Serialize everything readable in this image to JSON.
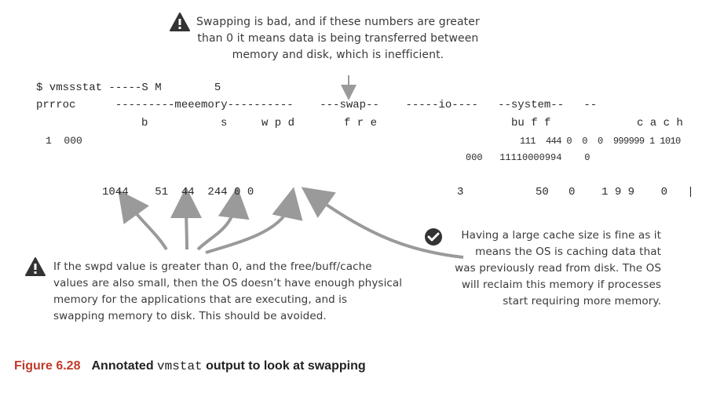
{
  "terminal": {
    "line1": "$ vmssstat -----S M        5",
    "line2": "prrroc      ---------meeemory----------    ---swap--    -----io----   --system--   --",
    "line3_b": "b",
    "line3_s": "s",
    "line3_wpd": "w p d",
    "line3_fre": "f r e",
    "line3_buff": "bu f f",
    "line3_cach": "c a c h",
    "line4_left": "1  000",
    "line4_right": "111  444 0  0  0  999999 1 1010",
    "line5": "000   11110000994    0",
    "line6_left": "1044    51  44  244 0 0",
    "line6_3": "3",
    "line6_right": "50   0    1 9 9    0   |"
  },
  "notes": {
    "top": {
      "icon": "warning-icon",
      "lines": [
        "Swapping is bad, and if these numbers are greater",
        "than 0 it means data is being transferred between",
        "memory and disk, which is inefficient."
      ]
    },
    "left": {
      "icon": "warning-icon",
      "lines": [
        "If the swpd value is greater than 0, and the free/buff/cache",
        "values are also small, then the OS doesn’t have enough physical",
        "memory for the applications that are executing, and is",
        "swapping memory to disk. This should be avoided."
      ]
    },
    "right": {
      "icon": "check-icon",
      "lines": [
        "Having a large cache size is fine as it",
        "means the OS is caching data that",
        "was previously read from disk. The OS",
        "will reclaim this memory if processes",
        "start requiring more memory."
      ]
    }
  },
  "caption": {
    "figure": "Figure 6.28",
    "text_before": "Annotated ",
    "command": "vmstat",
    "text_after": " output to look at swapping"
  },
  "colors": {
    "figure_label": "#c0392b",
    "arrow": "#9a9a9a",
    "icon": "#333333"
  }
}
